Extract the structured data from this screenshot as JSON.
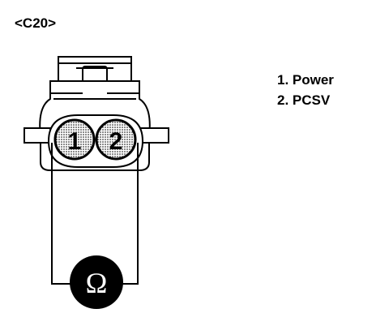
{
  "connector": {
    "id_label": "<C20>"
  },
  "pins": [
    {
      "number": "1",
      "legend": "1. Power"
    },
    {
      "number": "2",
      "legend": "2. PCSV"
    }
  ],
  "meter": {
    "symbol": "Ω",
    "icon": "ohmmeter-icon"
  }
}
